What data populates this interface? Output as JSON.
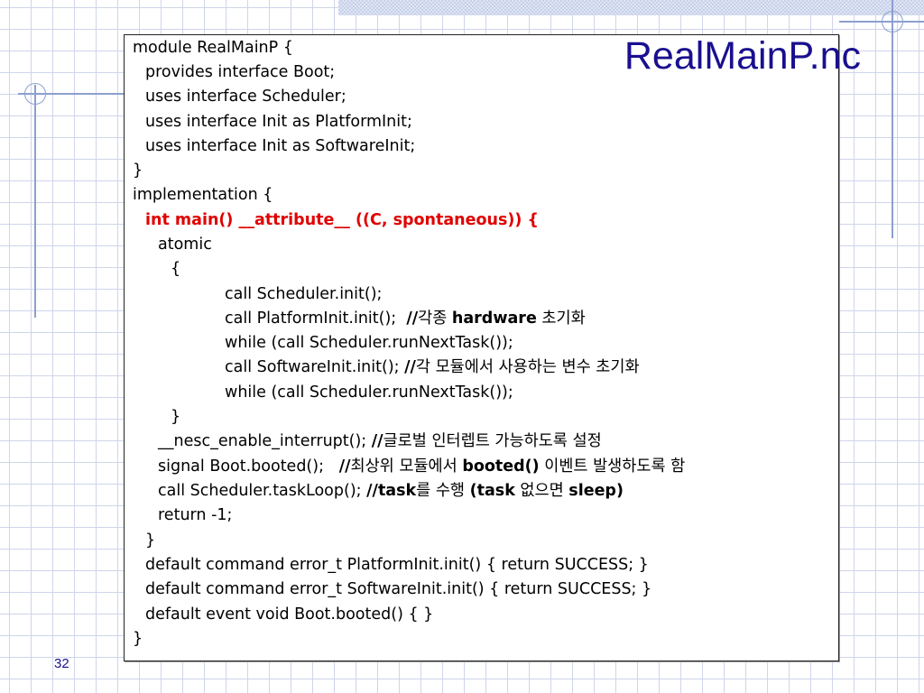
{
  "slide": {
    "title": "RealMainP.nc",
    "page_number": "32",
    "colors": {
      "title": "#1a0f8f",
      "highlight": "#e00000",
      "grid": "#cfd5ea",
      "accent_lines": "#8c9fd0"
    },
    "code": {
      "l01": "module RealMainP {",
      "l02": "provides interface Boot;",
      "l03": "uses interface Scheduler;",
      "l04": "uses interface Init as PlatformInit;",
      "l05": "uses interface Init as SoftwareInit;",
      "l06": "}",
      "l07": "implementation {",
      "l08": "int main() __attribute__ ((C, spontaneous)) {",
      "l09": "atomic",
      "l10": "{",
      "l11": "call Scheduler.init();",
      "l12": {
        "code": "call PlatformInit.init();",
        "slashes": "//",
        "t1": "각종 ",
        "kw": "hardware",
        "t2": " 초기화"
      },
      "l13": "while (call Scheduler.runNextTask());",
      "l14": {
        "code": "call SoftwareInit.init();",
        "slashes": "//",
        "t1": "각 모듈에서 사용하는 변수 초기화"
      },
      "l15": "while (call Scheduler.runNextTask());",
      "l16": "}",
      "l17": {
        "code": "__nesc_enable_interrupt();",
        "slashes": "//",
        "t1": "글로벌 인터렙트 가능하도록 설정"
      },
      "l18": {
        "code": "signal Boot.booted();",
        "slashes": "//",
        "t1": "최상위 모듈에서 ",
        "kw": "booted()",
        "t2": " 이벤트 발생하도록 함"
      },
      "l19": {
        "code": "call Scheduler.taskLoop();",
        "slashes": "//",
        "kw1": "task",
        "t1": "를 수행 ",
        "kw2": "(task",
        "t2": " 없으면 ",
        "kw3": "sleep)"
      },
      "l20": "return -1;",
      "l21": "}",
      "l22": "default command error_t PlatformInit.init() { return SUCCESS; }",
      "l23": "default command error_t SoftwareInit.init() { return SUCCESS; }",
      "l24": "default event void Boot.booted() { }",
      "l25": "}"
    }
  }
}
